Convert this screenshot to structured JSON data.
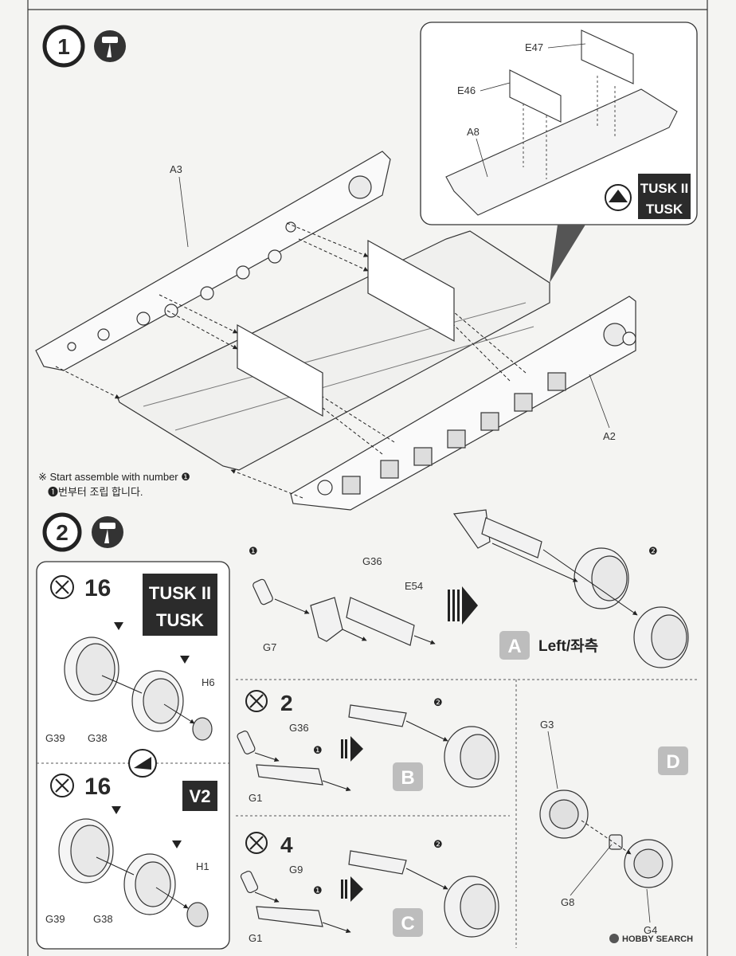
{
  "step1": {
    "number": "1",
    "icon": "cement-icon",
    "parts": {
      "a3": "A3",
      "a2": "A2",
      "e47": "E47",
      "e46": "E46",
      "a8": "A8"
    },
    "variant_badge_line1": "TUSK II",
    "variant_badge_line2": "TUSK",
    "note_en": "※ Start assemble with number ❶",
    "note_ko": "❶번부터 조립 합니다."
  },
  "step2": {
    "number": "2",
    "icon": "cement-icon",
    "panel_top": {
      "count": "16",
      "badge_line1": "TUSK II",
      "badge_line2": "TUSK",
      "parts": {
        "g39": "G39",
        "g38": "G38",
        "h6": "H6"
      }
    },
    "panel_bottom": {
      "count": "16",
      "badge": "V2",
      "parts": {
        "g39": "G39",
        "g38": "G38",
        "h1": "H1"
      }
    },
    "sub_a": {
      "letter": "A",
      "label": "Left/좌측",
      "parts": {
        "g7": "G7",
        "g36": "G36",
        "e54": "E54"
      },
      "order1": "❶",
      "order2": "❷"
    },
    "sub_b": {
      "letter": "B",
      "count": "2",
      "parts": {
        "g36": "G36",
        "g1": "G1"
      },
      "order1": "❶",
      "order2": "❷"
    },
    "sub_c": {
      "letter": "C",
      "count": "4",
      "parts": {
        "g9": "G9",
        "g1": "G1"
      },
      "order1": "❶",
      "order2": "❷"
    },
    "sub_d": {
      "letter": "D",
      "parts": {
        "g3": "G3",
        "g8": "G8",
        "g4": "G4"
      }
    }
  },
  "watermark": "HOBBY SEARCH",
  "colors": {
    "ink": "#2a2a2a",
    "badge_bg": "#2b2b2b",
    "letter_bg": "#bdbdbd",
    "paper": "#f4f4f2"
  }
}
